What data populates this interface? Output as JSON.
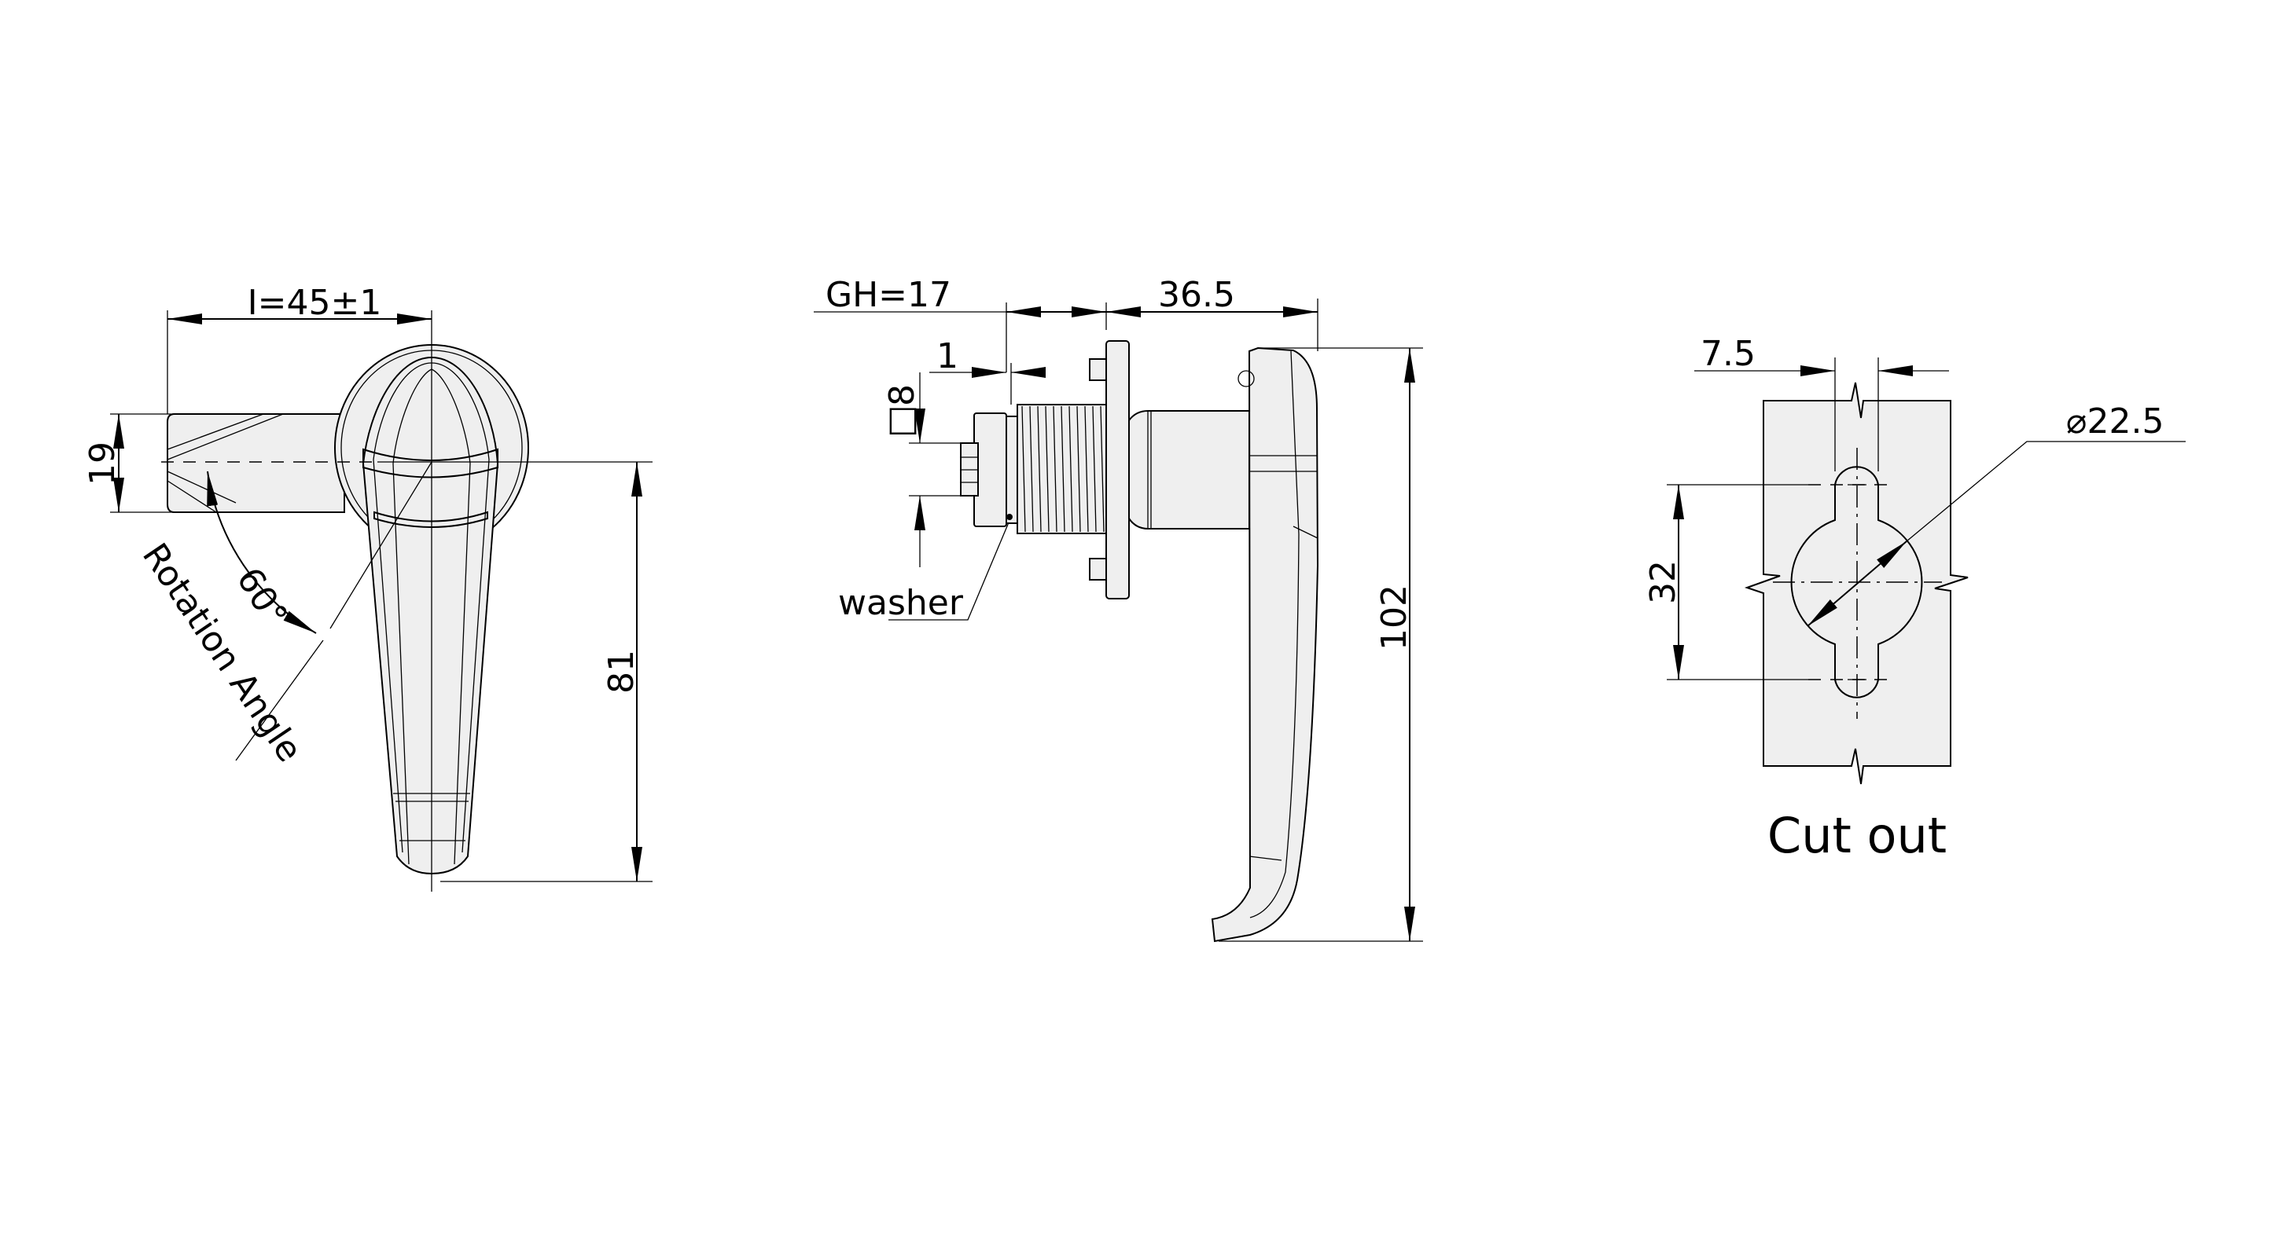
{
  "front_view": {
    "length_dim": "I=45±1",
    "height_dim": "19",
    "lever_dim": "81",
    "angle_dim": "60°",
    "rotation_label": "Rotation Angle"
  },
  "side_view": {
    "grip_dim": "GH=17",
    "projection_dim": "36.5",
    "gap_dim": "1",
    "square_symbol": "□",
    "square_dim": "8",
    "washer_label": "washer",
    "height_dim": "102"
  },
  "cutout_view": {
    "slot_width_dim": "7.5",
    "diameter_dim": "⌀22.5",
    "slot_spacing_dim": "32",
    "title": "Cut out"
  },
  "colors": {
    "part_fill": "#efefef",
    "line": "#000000"
  }
}
